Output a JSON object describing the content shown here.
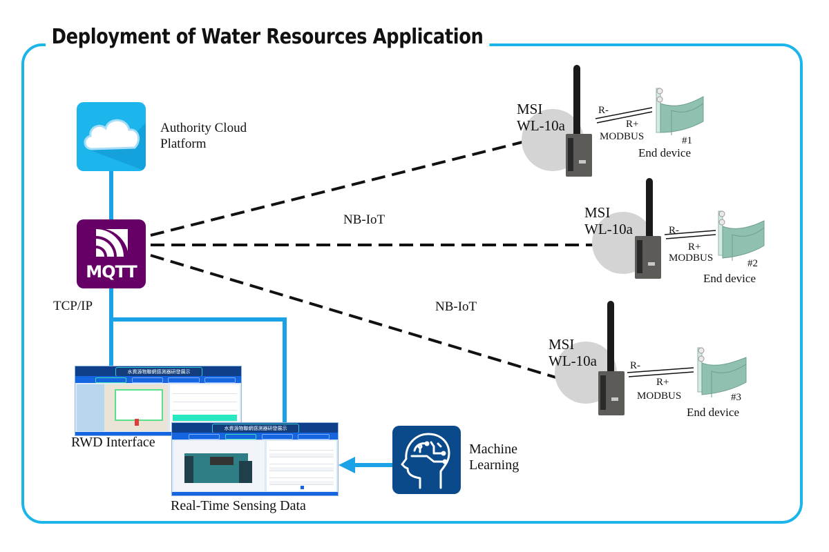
{
  "title": "Deployment of Water Resources Application",
  "colors": {
    "frame": "#1bb5ea",
    "connector": "#1aa1e6",
    "mqtt": "#660066",
    "cloud": "#1db6ec",
    "ml": "#0a4a8a",
    "gateway_circle": "#d4d4d4"
  },
  "nodes": {
    "cloud": {
      "icon": "cloud-icon",
      "label_line1": "Authority Cloud",
      "label_line2": "Platform"
    },
    "mqtt": {
      "icon": "mqtt-icon",
      "text": "MQTT"
    },
    "tcpip": {
      "label": "TCP/IP"
    },
    "rwd": {
      "label": "RWD Interface",
      "screen_title": "水資源物聯網感測器研發展示"
    },
    "realtime": {
      "label": "Real-Time Sensing Data",
      "screen_title": "水資源物聯網感測器研發展示"
    },
    "ml": {
      "icon": "brain-head-icon",
      "label_line1": "Machine",
      "label_line2": "Learning"
    }
  },
  "links": [
    {
      "label": "NB-IoT"
    },
    {
      "label": "NB-IoT"
    }
  ],
  "gateways": [
    {
      "brand": "MSI",
      "model": "WL-10a",
      "r_minus": "R-",
      "r_plus": "R+",
      "protocol": "MODBUS",
      "device_number": "#1",
      "device_label": "End device"
    },
    {
      "brand": "MSI",
      "model": "WL-10a",
      "r_minus": "R-",
      "r_plus": "R+",
      "protocol": "MODBUS",
      "device_number": "#2",
      "device_label": "End device"
    },
    {
      "brand": "MSI",
      "model": "WL-10a",
      "r_minus": "R-",
      "r_plus": "R+",
      "protocol": "MODBUS",
      "device_number": "#3",
      "device_label": "End device"
    }
  ]
}
